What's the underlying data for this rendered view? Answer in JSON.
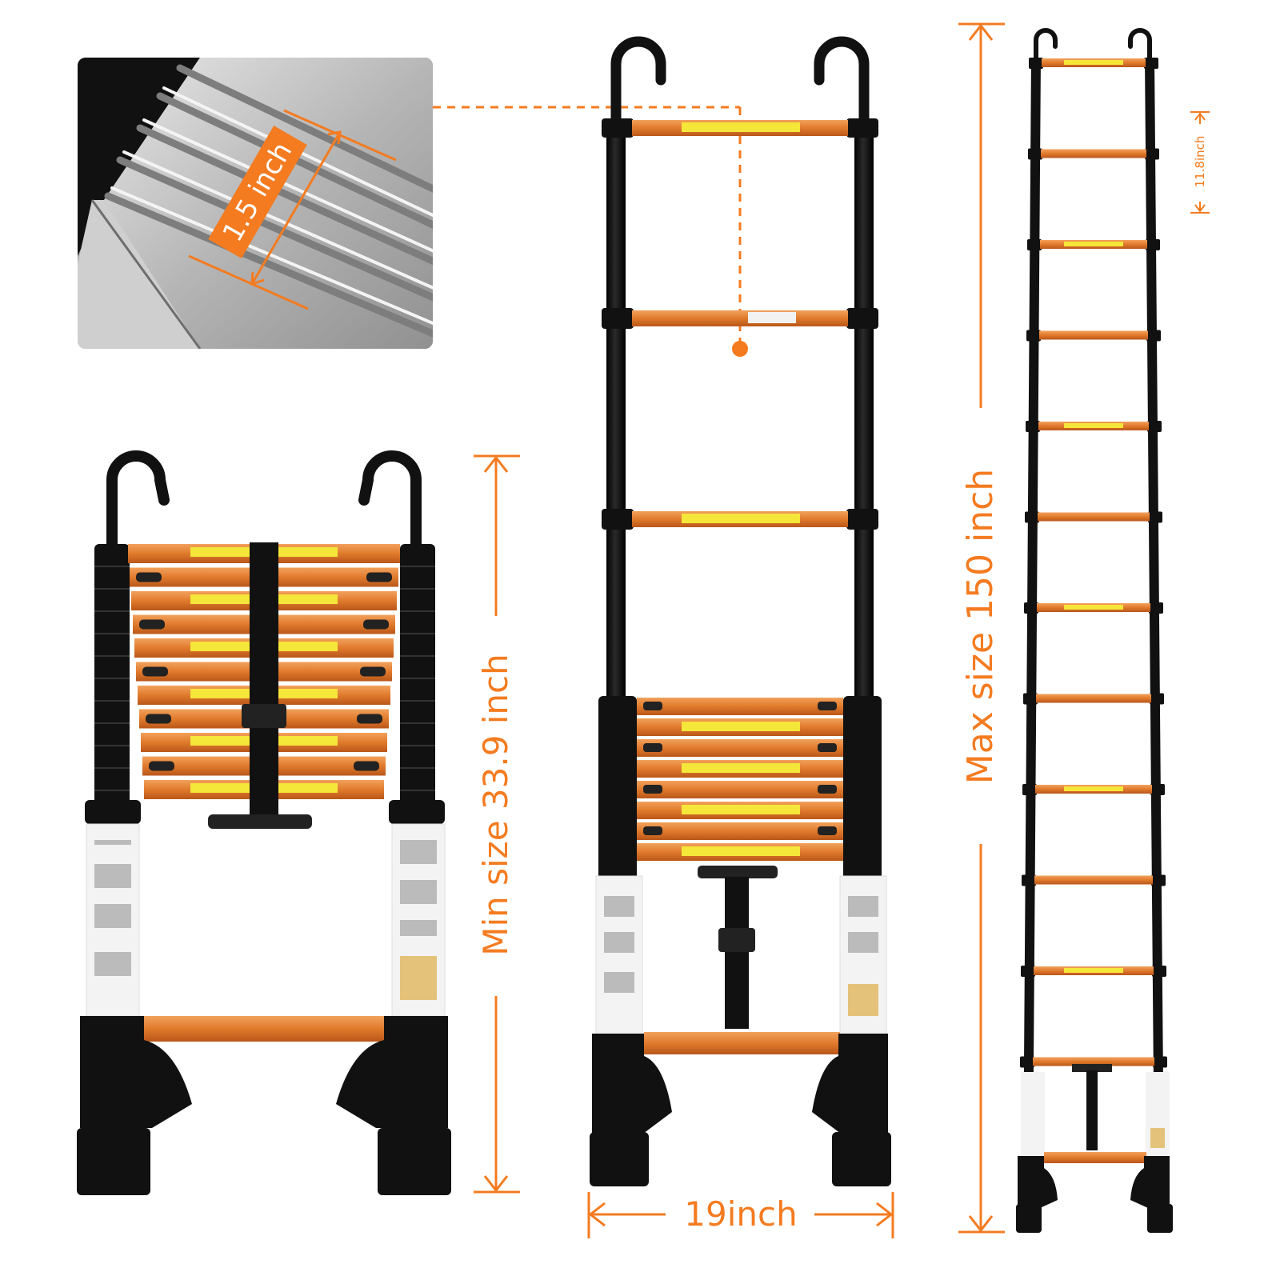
{
  "labels": {
    "rung_depth": "1.5 inch",
    "min_size": "Min size 33.9 inch",
    "max_size": "Max size 150 inch",
    "width": "19inch",
    "rung_spacing": "11.8inch"
  },
  "colors": {
    "accent": "#f47b20",
    "rung": "#e07a2c",
    "frame": "#111111",
    "label_sticker": "#f5e63a"
  }
}
